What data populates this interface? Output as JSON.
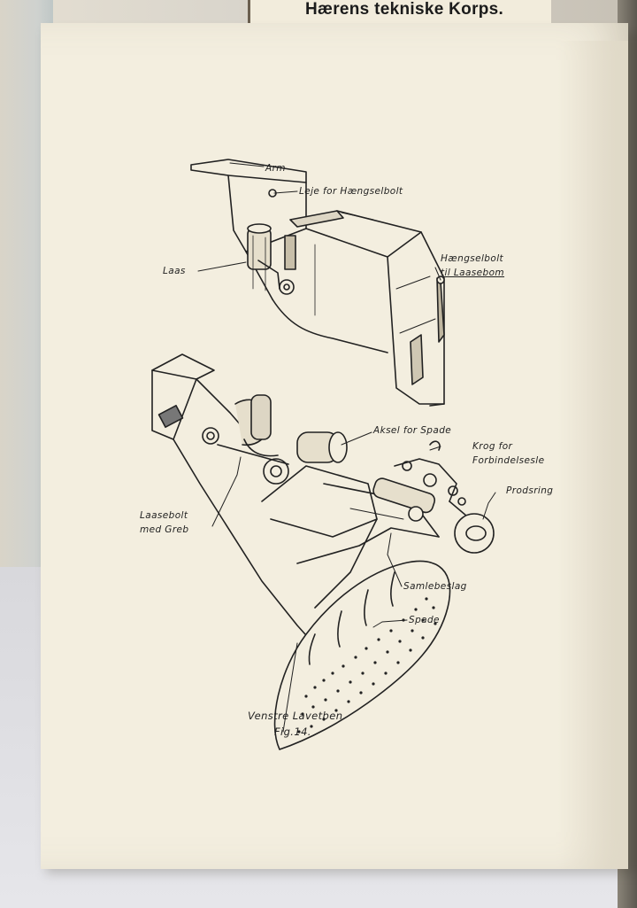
{
  "background_book": {
    "title": "Hærens tekniske Korps."
  },
  "figure": {
    "labels": {
      "arm": "Arm",
      "leje": "Leje for Hængselbolt",
      "laas": "Laas",
      "haengselbolt_1": "Hængselbolt",
      "haengselbolt_2": "til Laasebom",
      "aksel": "Aksel for Spade",
      "krog_1": "Krog for",
      "krog_2": "Forbindelsesle",
      "prodsring": "Prodsring",
      "laasebolt_1": "Laasebolt",
      "laasebolt_2": "med Greb",
      "samlebeslag": "Samlebeslag",
      "spade": "Spade"
    },
    "caption_line1": "Venstre Lavetben",
    "caption_line2": "Fig.14."
  },
  "colors": {
    "paper": "#f3eedf",
    "ink": "#222222"
  }
}
